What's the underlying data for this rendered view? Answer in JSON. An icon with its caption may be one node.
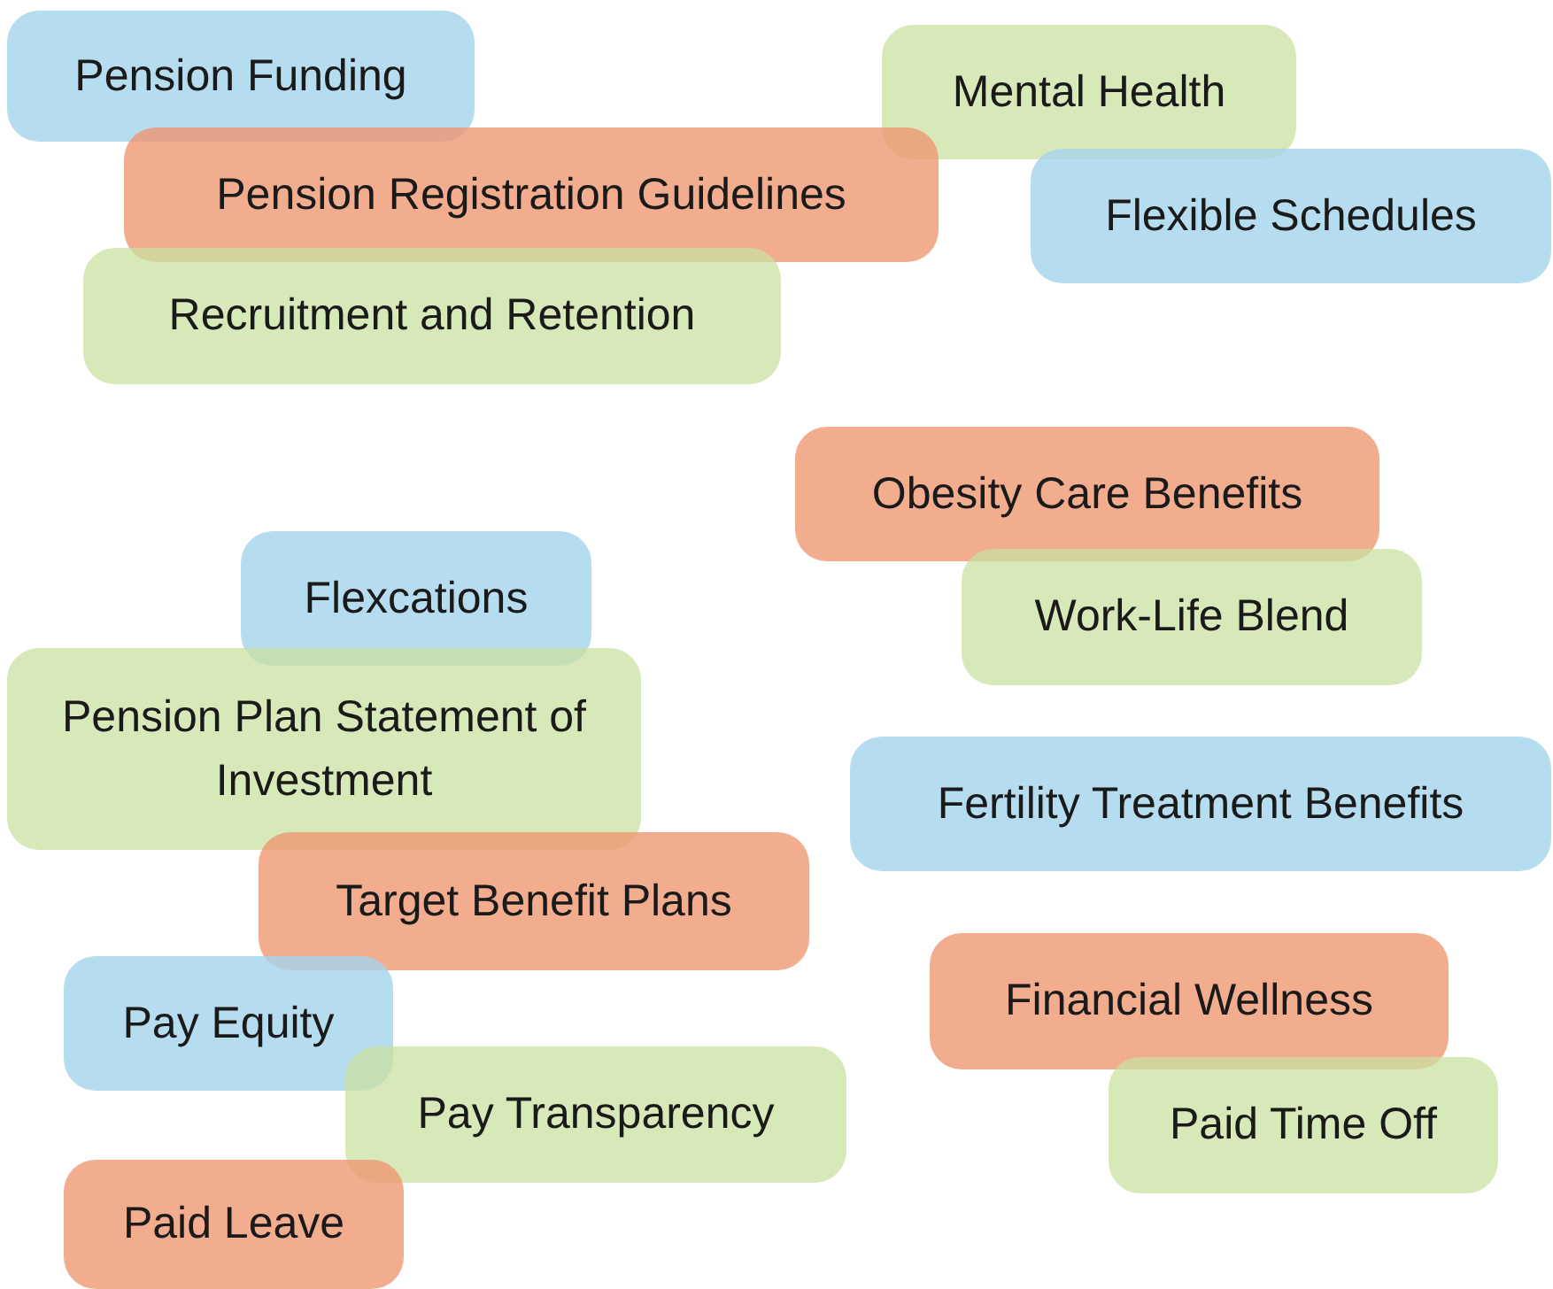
{
  "diagram": {
    "nodes": [
      {
        "text": [
          "Pension Funding"
        ]
      },
      {
        "text": [
          "Mental Health"
        ]
      },
      {
        "text": [
          "Pension Registration Guidelines"
        ]
      },
      {
        "text": [
          "Flexible Schedules"
        ]
      },
      {
        "text": [
          "Recruitment and Retention"
        ]
      },
      {
        "text": [
          "Obesity Care Benefits"
        ]
      },
      {
        "text": [
          "Flexcations"
        ]
      },
      {
        "text": [
          "Work-Life Blend"
        ]
      },
      {
        "text": [
          "Pension Plan Statement of Investment"
        ]
      },
      {
        "text": [
          "Fertility Treatment Benefits"
        ]
      },
      {
        "text": [
          "Target Benefit Plans"
        ]
      },
      {
        "text": [
          "Financial Wellness"
        ]
      },
      {
        "text": [
          "Pay Equity"
        ]
      },
      {
        "text": [
          "Pay Transparency"
        ]
      },
      {
        "text": [
          "Paid Time Off"
        ]
      },
      {
        "text": [
          "Paid Leave"
        ]
      }
    ]
  }
}
